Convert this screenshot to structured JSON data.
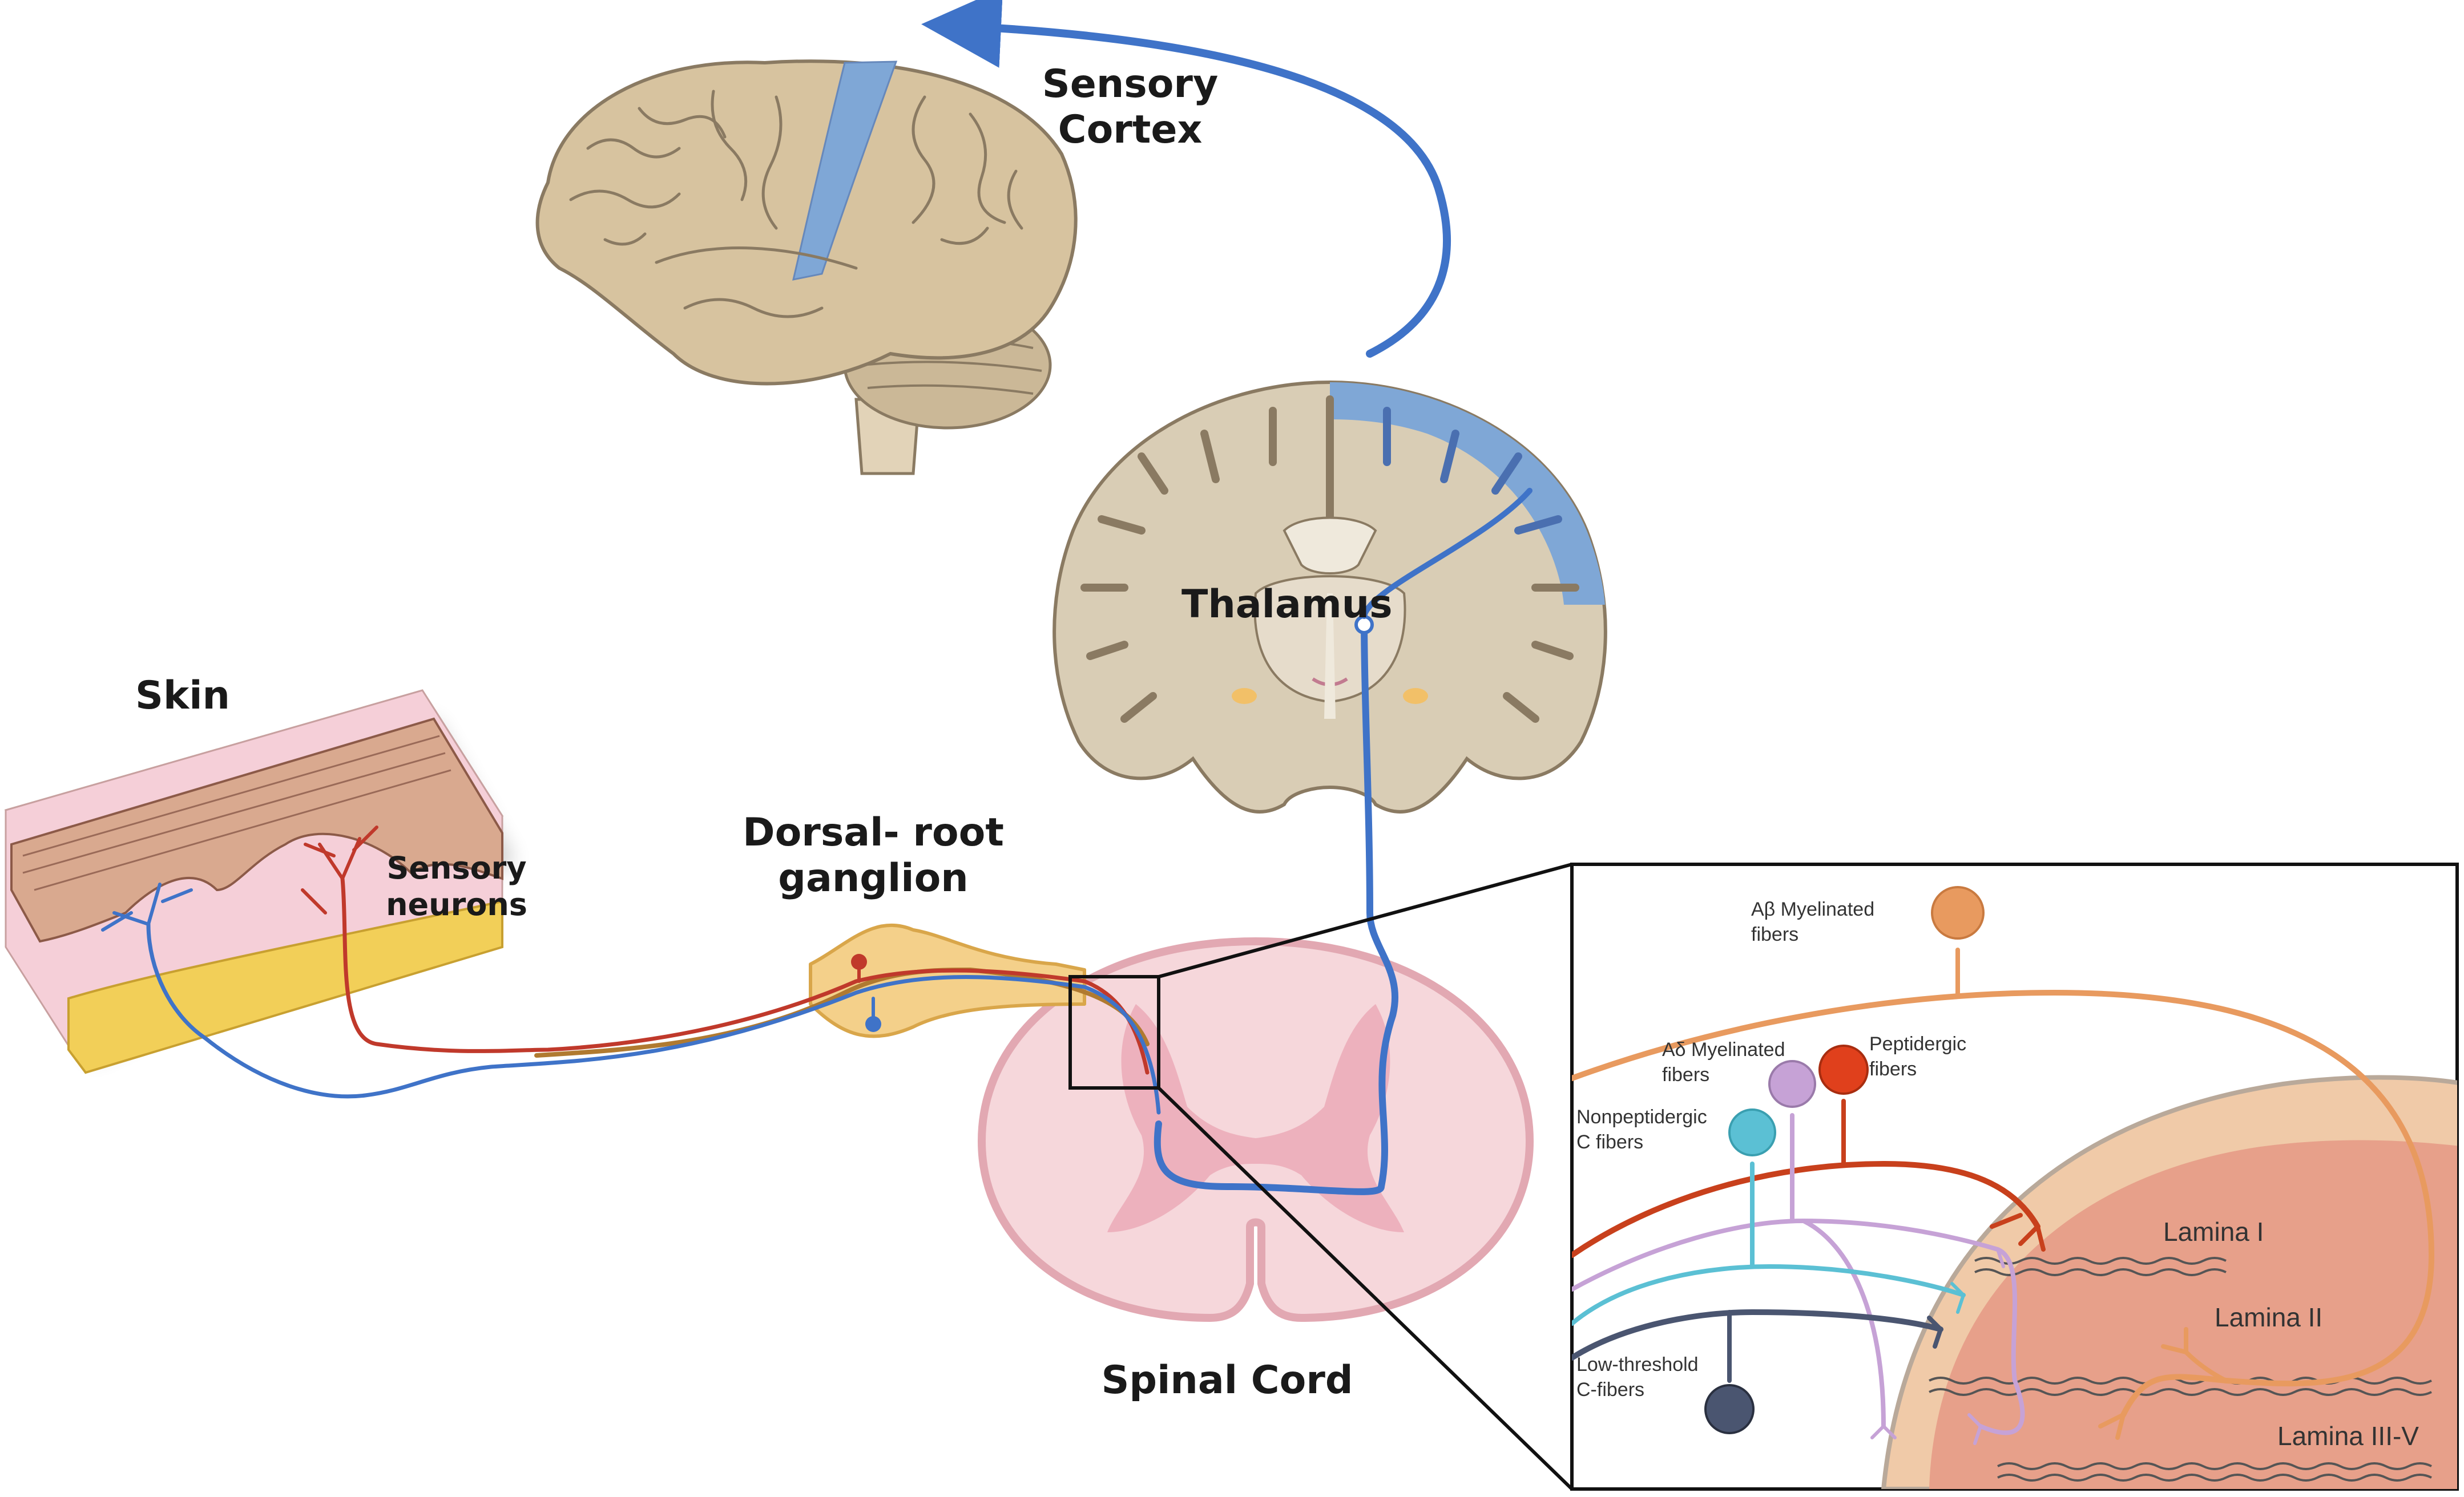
{
  "labels": {
    "sensory_cortex_line1": "Sensory",
    "sensory_cortex_line2": "Cortex",
    "thalamus": "Thalamus",
    "skin": "Skin",
    "sensory_neurons_line1": "Sensory",
    "sensory_neurons_line2": "neurons",
    "drg_line1": "Dorsal- root",
    "drg_line2": "ganglion",
    "spinal_cord": "Spinal Cord"
  },
  "inset": {
    "ab_line1": "Aβ Myelinated",
    "ab_line2": "fibers",
    "ad_line1": "Aδ Myelinated",
    "ad_line2": "fibers",
    "pep_line1": "Peptidergic",
    "pep_line2": "fibers",
    "nonpep_line1": "Nonpeptidergic",
    "nonpep_line2": "C fibers",
    "low_line1": "Low-threshold",
    "low_line2": "C-fibers",
    "lamina1": "Lamina I",
    "lamina2": "Lamina II",
    "lamina3": "Lamina III-V"
  },
  "colors": {
    "pathway_blue": "#3f73c8",
    "sensory_red": "#c0392b",
    "ab_orange": "#e89a5f",
    "ad_purple": "#c6a2d6",
    "pep_red": "#e0401c",
    "nonpep_teal": "#5bc0d4",
    "low_slate": "#4a5570"
  }
}
